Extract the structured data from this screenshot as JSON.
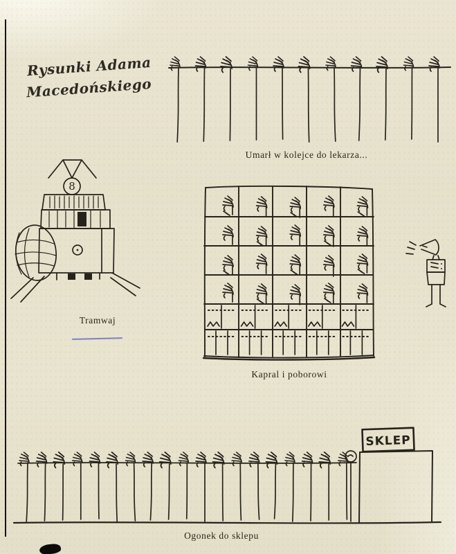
{
  "page": {
    "credit": {
      "line1": "Rysunki Adama",
      "line2": "Macedońskiego"
    }
  },
  "colors": {
    "paper": "#e8e3ce",
    "ink": "#26231c",
    "pen": "#6f6cc0"
  },
  "doctor_queue": {
    "caption": "Umarł w kolejce do lekarza...",
    "figures": 11
  },
  "tram": {
    "caption": "Tramwaj",
    "route_number": "8"
  },
  "barracks": {
    "caption": "Kapral i poborowi",
    "rows": 4,
    "cols": 5
  },
  "shop_queue": {
    "caption": "Ogonek do sklepu",
    "sign": "SKLEP",
    "figures": 19
  }
}
